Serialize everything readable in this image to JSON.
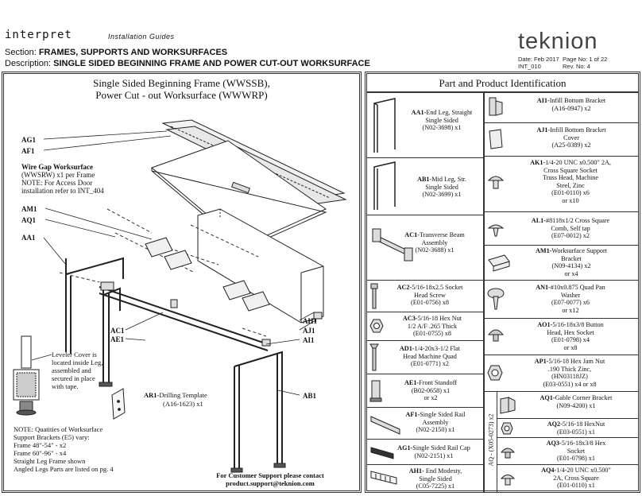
{
  "header": {
    "brand_left": "interpret",
    "brand_sub": "Installation Guides",
    "section_label": "Section: ",
    "section_value": "FRAMES, SUPPORTS AND WORKSURFACES",
    "description_label": "Description: ",
    "description_value": "SINGLE SIDED BEGINNING FRAME AND POWER CUT-OUT WORKSURFACE",
    "brand_right": "teknion",
    "date": "Date: Feb 2017",
    "page": "Page No: 1 of 22",
    "doc_id": "INT_010",
    "rev": "Rev. No: 4"
  },
  "left_panel": {
    "title_line1": "Single Sided Beginning Frame (WWSSB),",
    "title_line2": "Power Cut - out Worksurface (WWWRP)",
    "callouts": {
      "ag1": "AG1",
      "af1": "AF1",
      "am1": "AM1",
      "aq1": "AQ1",
      "aa1": "AA1",
      "ac1": "AC1",
      "ae1": "AE1",
      "ah1": "AH1",
      "aj1": "AJ1",
      "ai1": "AI1",
      "ab1": "AB1"
    },
    "wire_gap_title": "Wire Gap Worksurface",
    "wire_gap_line1": "(WWSRW) x1 per Frame",
    "wire_gap_line2": "NOTE: For Access Door",
    "wire_gap_line3": "installation refer to INT_404",
    "leveler_line1": "Leveler Cover is",
    "leveler_line2": "located inside Leg,",
    "leveler_line3": "assembled and",
    "leveler_line4": "secured in place",
    "leveler_line5": "with tape.",
    "ar1_code": "AR1-",
    "ar1_name": "Drilling Template",
    "ar1_part": "(A16-1623) x1",
    "note_line1": "NOTE: Quatities of Worksurface",
    "note_line2": "Support Brackets (E5) vary:",
    "note_line3": "Frame 48\"-54\" - x2",
    "note_line4": "Frame 60\"-96\" - x4",
    "note_line5": "Straight Leg Frame shown",
    "note_line6": "Angled Legs Parts are listed on pg. 4",
    "support_line1": "For Customer Support please contact",
    "support_line2": "product.support@teknion.com"
  },
  "parts_panel": {
    "title": "Part and Product Identification",
    "left_col": [
      {
        "code": "AA1-",
        "l1": "End Leg, Straight",
        "l2": "Single Sided",
        "l3": "(N02-3698) x1",
        "icon": "leg-frame-icon"
      },
      {
        "code": "AB1",
        "l1": "-Mid Leg, Str.",
        "l2": "Single Sided",
        "l3": "(N02-3699) x1",
        "icon": "leg-frame-icon"
      },
      {
        "code": "AC1-",
        "l1": "Transverse Beam",
        "l2": "Assembly",
        "l3": "(N02-3688) x1",
        "icon": "beam-icon"
      },
      {
        "code": "AC2-",
        "l1": "5/16-18x2.5 Socket",
        "l2": "Head Screw",
        "l3": "(E01-0756) x8",
        "icon": "screw-icon"
      },
      {
        "code": "AC3-",
        "l1": "5/16-18 Hex Nut",
        "l2": "1/2 A/F .265 Thick",
        "l3": "(E01-0755) x8",
        "icon": "hex-nut-icon"
      },
      {
        "code": "AD1-",
        "l1": "1/4-20x3-1/2 Flat",
        "l2": "Head Machine Quad",
        "l3": "(E01-0771) x2",
        "icon": "screw-icon"
      },
      {
        "code": "AE1-",
        "l1": "Front Standoff",
        "l2": "(B02-0658) x1",
        "l3": "or x2",
        "icon": "standoff-icon"
      },
      {
        "code": "AF1-",
        "l1": "Single Sided Rail",
        "l2": "Assembly",
        "l3": "(N02-2150) x1",
        "icon": "rail-icon"
      },
      {
        "code": "AG1-",
        "l1": "Single Sided Rail Cap",
        "l2": "(N02-2151) x1",
        "l3": "",
        "icon": "rail-cap-icon"
      },
      {
        "code": "AH1-",
        "l1": " End Modesty,",
        "l2": "Single Sided",
        "l3": "(C05-7225) x1",
        "icon": "modesty-panel-icon"
      }
    ],
    "right_col": [
      {
        "code": "AI1-",
        "l1": "Infill Bottom Bracket",
        "l2": "(A16-0947) x2",
        "l3": "",
        "l4": "",
        "icon": "bracket-icon"
      },
      {
        "code": "AJ1-",
        "l1": "Infill Bottom Bracket",
        "l2": "Cover",
        "l3": "(A25-0389) x2",
        "l4": "",
        "icon": "bracket-cover-icon"
      },
      {
        "code": "AK1-",
        "l1": "1/4-20 UNC x0.500\" 2A,",
        "l2": "Cross Square Socket",
        "l3": "Truss Head, Machine",
        "l4": "Steel, Zinc",
        "l5": "(E01-0110) x6",
        "l6": "or x10",
        "icon": "truss-screw-icon"
      },
      {
        "code": "AL1-",
        "l1": "#8118x1/2 Cross Square",
        "l2": "Comb, Self tap",
        "l3": "(E07-0012) x2",
        "l4": "",
        "icon": "self-tap-screw-icon"
      },
      {
        "code": "AM1-",
        "l1": "Worksurface Support",
        "l2": "Bracket",
        "l3": "(N09-4134) x2",
        "l4": "or x4",
        "icon": "support-bracket-icon"
      },
      {
        "code": "AN1-",
        "l1": "#10x0.875 Quad Pan",
        "l2": "Washer",
        "l3": "(E07-0077) x6",
        "l4": "or x12",
        "icon": "pan-screw-icon"
      },
      {
        "code": "AO1-",
        "l1": "5/16-18x3/8 Button",
        "l2": "Head, Hex Socket",
        "l3": "(E01-0798) x4",
        "l4": "or x8",
        "icon": "button-head-screw-icon"
      },
      {
        "code": "AP1-",
        "l1": "5/16-18 Hex Jam Nut",
        "l2": ".190 Thick Zinc,",
        "l3": "(HN03118JZ)",
        "l4": "(E03-0551) x4 or  x8",
        "icon": "hex-nut-icon"
      }
    ],
    "aq_group_label": "AQ - (X05-0273) x2",
    "aq_items": [
      {
        "code": "AQ1-",
        "l1": "Gable Corner Bracket",
        "l2": "(N09-4200) x1",
        "l3": "",
        "icon": "corner-bracket-icon"
      },
      {
        "code": "AQ2-",
        "l1": "5/16-18  HexNut",
        "l2": "(E03-0551) x1",
        "l3": "",
        "icon": "hex-nut-icon"
      },
      {
        "code": "AQ3-",
        "l1": "5/16-18x3/8 Hex",
        "l2": "Socket",
        "l3": "(E01-0798) x1",
        "icon": "button-head-screw-icon"
      },
      {
        "code": "AQ4-",
        "l1": "1/4-20 UNC x0.500\"",
        "l2": "2A, Cross Square",
        "l3": "(E01-0110) x1",
        "icon": "truss-screw-icon"
      }
    ]
  }
}
